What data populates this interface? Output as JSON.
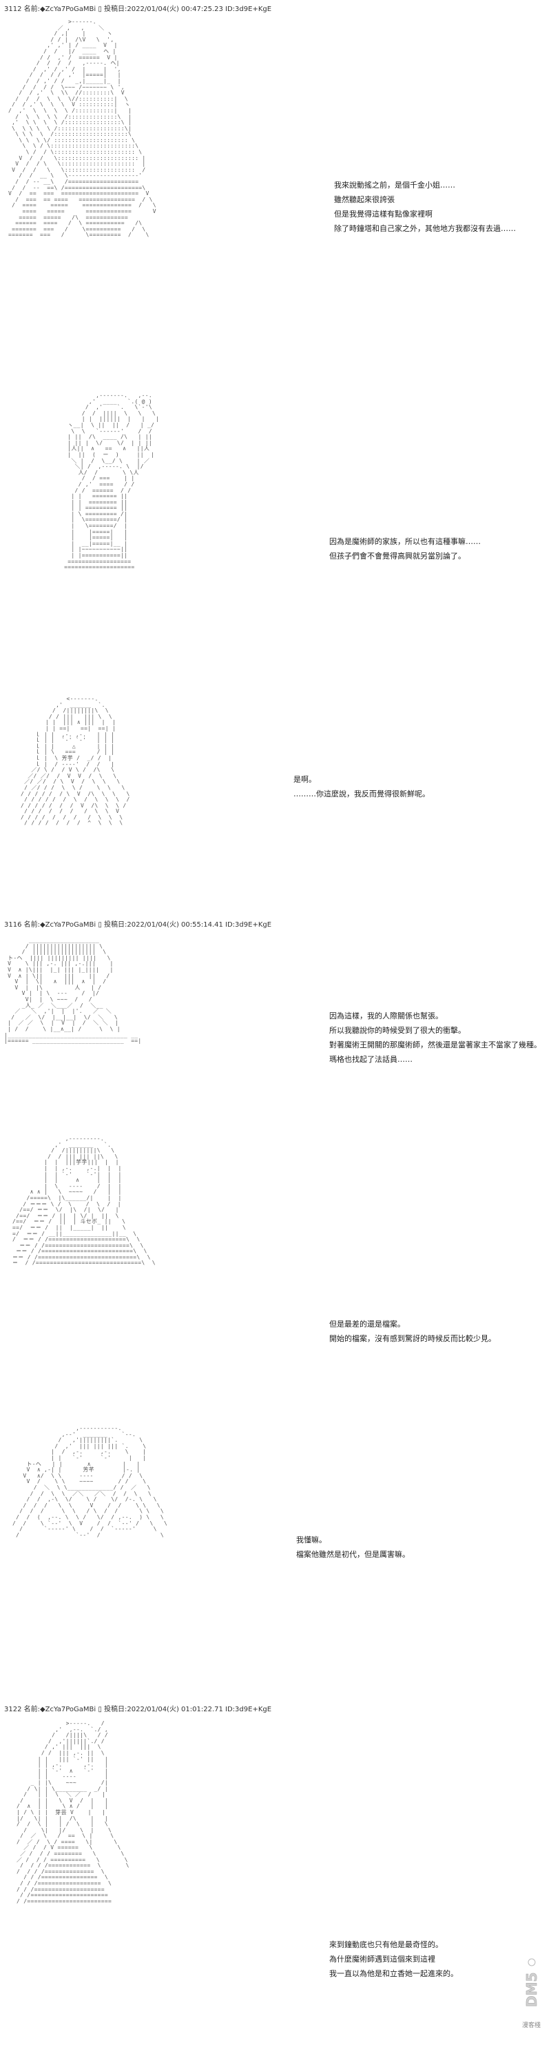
{
  "posts": [
    {
      "number": "3112",
      "header": "3112 名前:◆ZcYa7PoGaMBi ▯ 投稿日:2022/01/04(火) 00:47:25.23 ID:3d9E+KgE",
      "panels": [
        {
          "lines": [
            "我來說動搖之前，是個千金小姐……",
            "雖然聽起來很誇張",
            "但是我覺得這樣有點像家裡啊",
            "除了時鐘塔和自己家之外，其他地方我都沒有去過……"
          ]
        },
        {
          "lines": [
            "因為是魔術師的家族，所以也有這種事嘛……",
            "但孩子們會不會覺得高興就另當別論了。"
          ]
        },
        {
          "lines": [
            "是啊。",
            "………你這麼說，我反而覺得很新鮮呢。"
          ]
        }
      ]
    },
    {
      "number": "3116",
      "header": "3116 名前:◆ZcYa7PoGaMBi ▯ 投稿日:2022/01/04(火) 00:55:14.41 ID:3d9E+KgE",
      "panels": [
        {
          "lines": [
            "因為這樣，我的人際關係也幫張。",
            "所以我聽說你的時候受到了很大的衝擊。",
            "對著魔術王開關的那魔術師，然後還是當著家主不當家了幾種。",
            "瑪格也找起了法話員……"
          ]
        },
        {
          "lines": [
            "但是最差的還是檔案。",
            "開始的檔案，沒有感到驚訝的時候反而比較少見。"
          ]
        },
        {
          "lines": [
            "我懂嘛。",
            "檔案他雖然是初代，但是厲害嘛。"
          ]
        }
      ]
    },
    {
      "number": "3122",
      "header": "3122 名前:◆ZcYa7PoGaMBi ▯ 投稿日:2022/01/04(火) 01:01:22.71 ID:3d9E+KgE",
      "panels": [
        {
          "lines": [
            "來到鐘動底也只有他是最奇怪的。",
            "為什麼魔術師遇到這個來到這裡",
            "我一直以為他是和立香她一起進來的。"
          ]
        }
      ]
    }
  ],
  "watermark": {
    "text": "DM5",
    "site": "漫客棧"
  }
}
